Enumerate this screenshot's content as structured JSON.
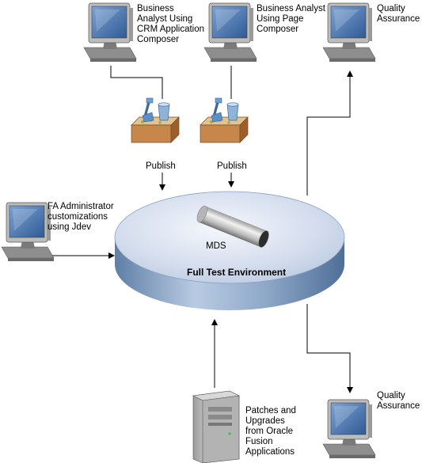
{
  "nodes": {
    "ba_crm": {
      "label": "Business\nAnalyst Using\nCRM Application\nComposer",
      "icon": "computer-icon"
    },
    "ba_page": {
      "label": "Business Analyst\nUsing Page\nComposer",
      "icon": "computer-icon"
    },
    "qa_top": {
      "label": "Quality\nAssurance",
      "icon": "computer-icon"
    },
    "fa_admin": {
      "label": "FA Administrator\ncustomizations\nusing Jdev",
      "icon": "computer-icon"
    },
    "qa_bottom": {
      "label": "Quality\nAssurance",
      "icon": "computer-icon"
    },
    "patches": {
      "label": "Patches and\nUpgrades\nfrom Oracle\nFusion\nApplications",
      "icon": "server-icon"
    }
  },
  "sandboxes": [
    {
      "icon": "sandbox-icon",
      "action": "Publish"
    },
    {
      "icon": "sandbox-icon",
      "action": "Publish"
    }
  ],
  "environment": {
    "name": "Full Test Environment",
    "store": "MDS"
  },
  "colors": {
    "disk_top": "#d2dcee",
    "disk_side": "#6f8fb3",
    "screen": "#4a78b4",
    "sandbox": "#c8874a"
  }
}
